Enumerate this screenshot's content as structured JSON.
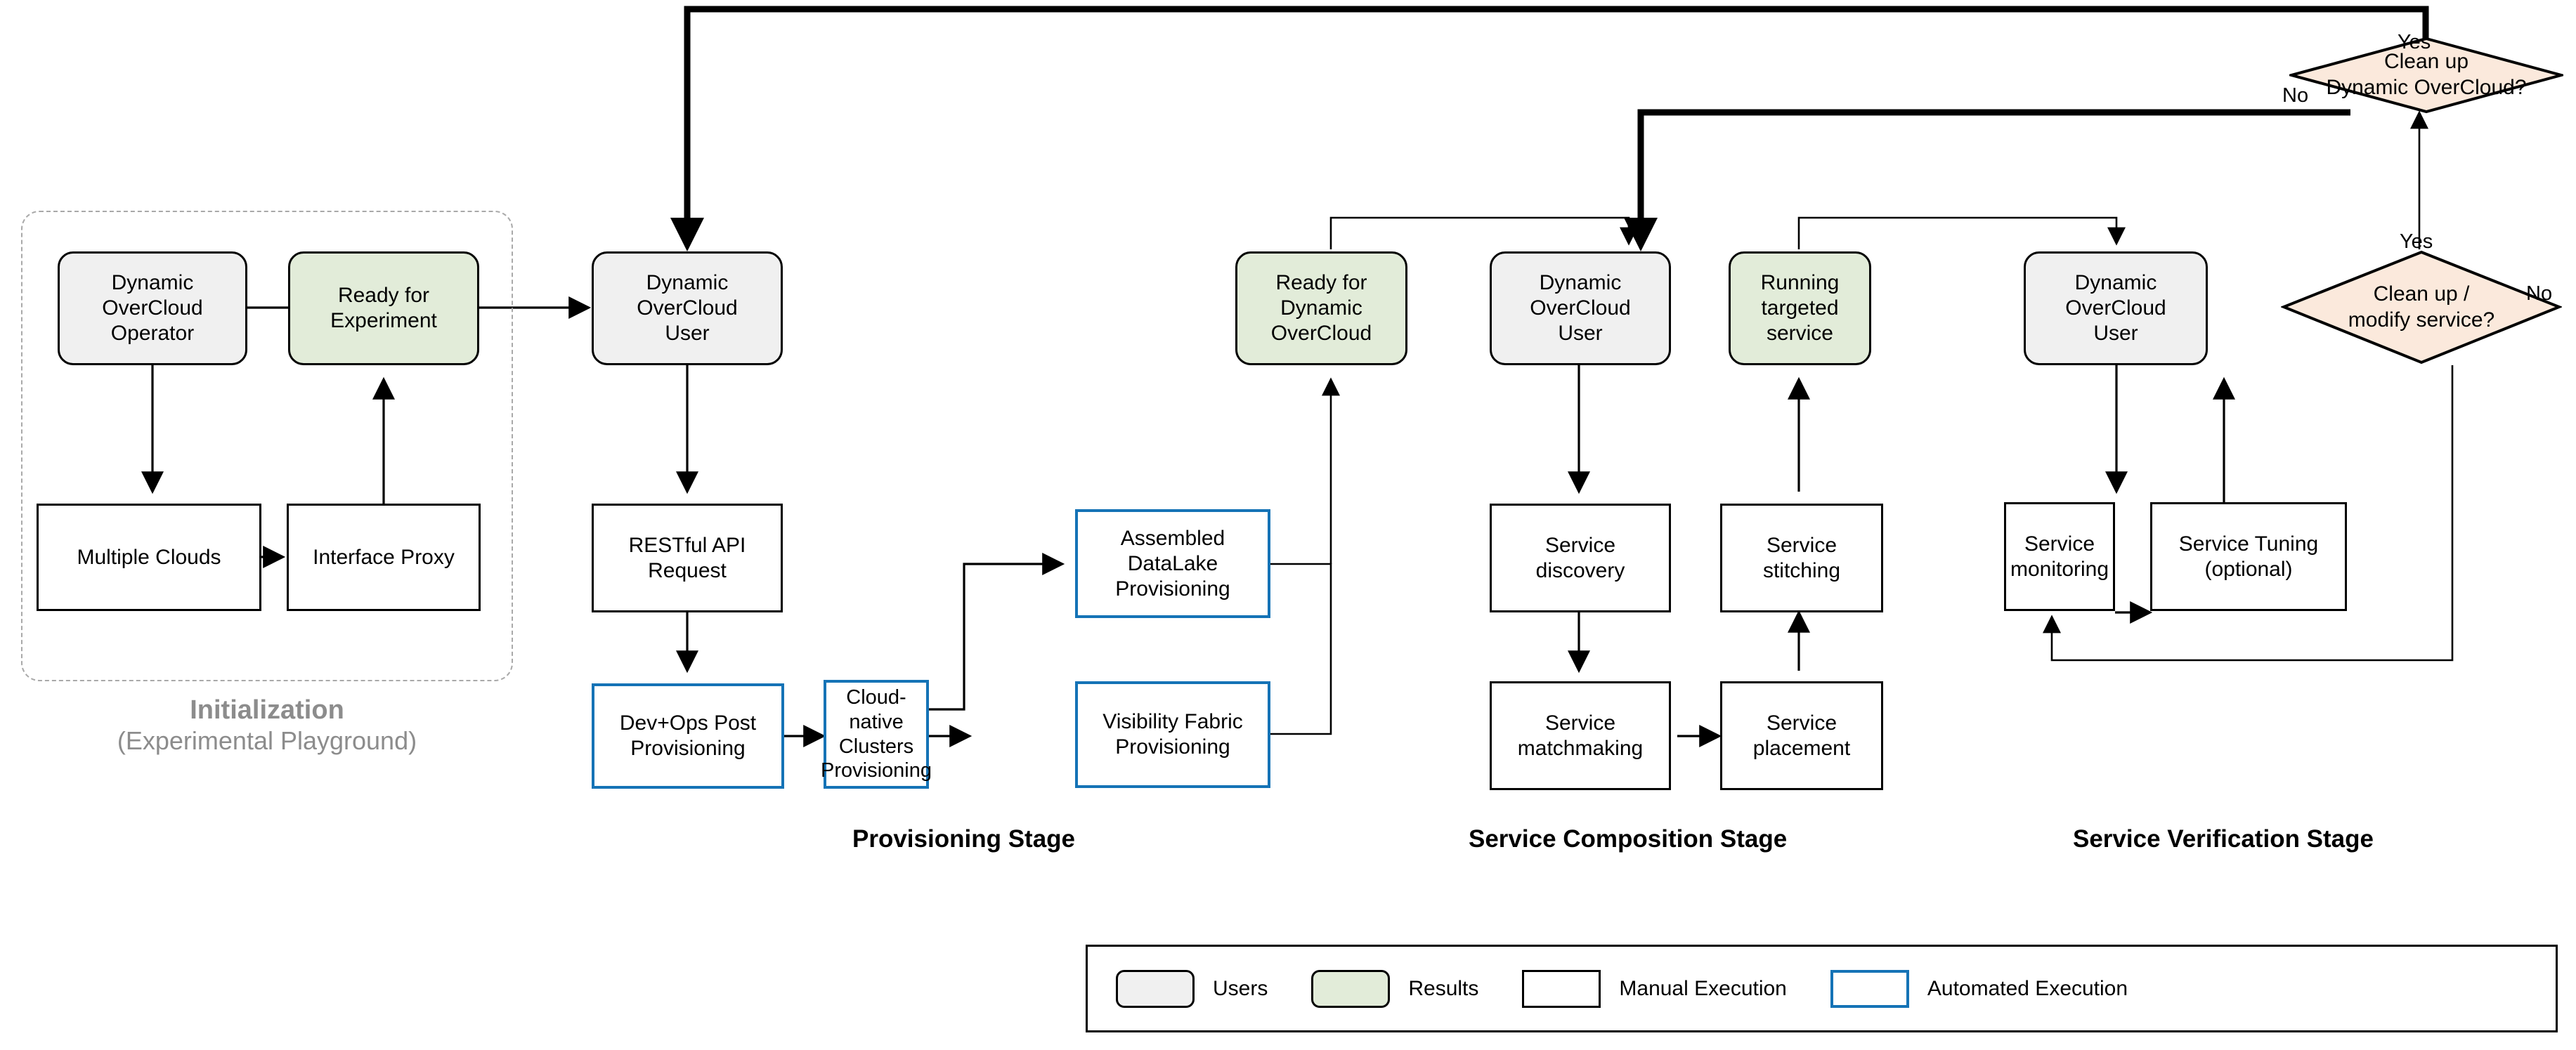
{
  "diagram": {
    "title_absent": true,
    "colors": {
      "user_fill": "#f0f0f0",
      "result_fill": "#e2ecd9",
      "decision_fill": "#fbe9dc",
      "automated_border": "#1573b6",
      "manual_border": "#000000",
      "group_dash": "#a9a9a9",
      "group_label": "#8c8c8c"
    }
  },
  "groups": [
    {
      "id": "initialization",
      "label_line1": "Initialization",
      "label_line2": "(Experimental Playground)"
    }
  ],
  "stages": [
    {
      "id": "provisioning",
      "label": "Provisioning Stage"
    },
    {
      "id": "composition",
      "label": "Service Composition Stage"
    },
    {
      "id": "verification",
      "label": "Service Verification Stage"
    }
  ],
  "nodes": [
    {
      "id": "operator",
      "label": "Dynamic\nOverCloud\nOperator",
      "kind": "user"
    },
    {
      "id": "ready-experiment",
      "label": "Ready for\nExperiment",
      "kind": "result"
    },
    {
      "id": "multiple-clouds",
      "label": "Multiple Clouds",
      "kind": "manual"
    },
    {
      "id": "interface-proxy",
      "label": "Interface Proxy",
      "kind": "manual"
    },
    {
      "id": "user-prov",
      "label": "Dynamic\nOverCloud\nUser",
      "kind": "user"
    },
    {
      "id": "restful-api",
      "label": "RESTful API\nRequest",
      "kind": "manual"
    },
    {
      "id": "devops-post",
      "label": "Dev+Ops Post\nProvisioning",
      "kind": "automated"
    },
    {
      "id": "cloud-native",
      "label": "Cloud-native\nClusters\nProvisioning",
      "kind": "automated"
    },
    {
      "id": "datalake",
      "label": "Assembled\nDataLake\nProvisioning",
      "kind": "automated"
    },
    {
      "id": "visibility-fabric",
      "label": "Visibility Fabric\nProvisioning",
      "kind": "automated"
    },
    {
      "id": "ready-overcloud",
      "label": "Ready for\nDynamic\nOverCloud",
      "kind": "result"
    },
    {
      "id": "user-comp",
      "label": "Dynamic\nOverCloud\nUser",
      "kind": "user"
    },
    {
      "id": "service-discovery",
      "label": "Service\ndiscovery",
      "kind": "manual"
    },
    {
      "id": "service-matchmaking",
      "label": "Service\nmatchmaking",
      "kind": "manual"
    },
    {
      "id": "service-placement",
      "label": "Service\nplacement",
      "kind": "manual"
    },
    {
      "id": "service-stitching",
      "label": "Service\nstitching",
      "kind": "manual"
    },
    {
      "id": "running-service",
      "label": "Running\ntargeted\nservice",
      "kind": "result"
    },
    {
      "id": "user-verif",
      "label": "Dynamic\nOverCloud\nUser",
      "kind": "user"
    },
    {
      "id": "service-monitoring",
      "label": "Service\nmonitoring",
      "kind": "manual"
    },
    {
      "id": "service-tuning",
      "label": "Service Tuning\n(optional)",
      "kind": "manual"
    }
  ],
  "decisions": [
    {
      "id": "cleanup-overcloud",
      "line1": "Clean up",
      "line2": "Dynamic OverCloud?",
      "yes": "Yes",
      "no": "No"
    },
    {
      "id": "cleanup-service",
      "line1": "Clean up /",
      "line2": "modify service?",
      "yes": "Yes",
      "no": "No"
    }
  ],
  "edge_labels": {
    "cleanup_overcloud_yes": "Yes",
    "cleanup_overcloud_no": "No",
    "cleanup_service_yes": "Yes",
    "cleanup_service_no": "No"
  },
  "legend": {
    "items": [
      {
        "id": "users",
        "label": "Users",
        "swatch": "user-rounded-gray"
      },
      {
        "id": "results",
        "label": "Results",
        "swatch": "result-rounded-green"
      },
      {
        "id": "manual",
        "label": "Manual Execution",
        "swatch": "rect-black"
      },
      {
        "id": "automated",
        "label": "Automated Execution",
        "swatch": "rect-blue"
      }
    ]
  }
}
